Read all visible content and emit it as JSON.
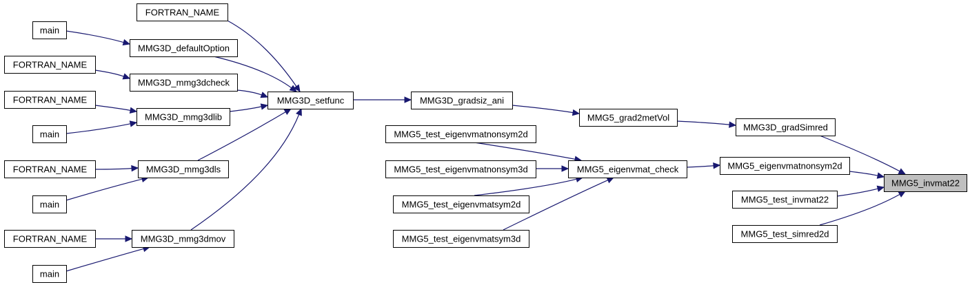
{
  "diagram": {
    "nodes": [
      {
        "id": "n_fn1",
        "label": "FORTRAN_NAME"
      },
      {
        "id": "n_main1",
        "label": "main"
      },
      {
        "id": "n_defopt",
        "label": "MMG3D_defaultOption"
      },
      {
        "id": "n_fn2",
        "label": "FORTRAN_NAME"
      },
      {
        "id": "n_check",
        "label": "MMG3D_mmg3dcheck"
      },
      {
        "id": "n_fn3",
        "label": "FORTRAN_NAME"
      },
      {
        "id": "n_lib",
        "label": "MMG3D_mmg3dlib"
      },
      {
        "id": "n_main2",
        "label": "main"
      },
      {
        "id": "n_fn4",
        "label": "FORTRAN_NAME"
      },
      {
        "id": "n_ls",
        "label": "MMG3D_mmg3dls"
      },
      {
        "id": "n_main3",
        "label": "main"
      },
      {
        "id": "n_fn5",
        "label": "FORTRAN_NAME"
      },
      {
        "id": "n_mov",
        "label": "MMG3D_mmg3dmov"
      },
      {
        "id": "n_main4",
        "label": "main"
      },
      {
        "id": "n_setfunc",
        "label": "MMG3D_setfunc"
      },
      {
        "id": "n_gradsiz",
        "label": "MMG3D_gradsiz_ani"
      },
      {
        "id": "n_grad2met",
        "label": "MMG5_grad2metVol"
      },
      {
        "id": "n_gradsimred",
        "label": "MMG3D_gradSimred"
      },
      {
        "id": "n_tens2d",
        "label": "MMG5_test_eigenvmatnonsym2d"
      },
      {
        "id": "n_tens3d",
        "label": "MMG5_test_eigenvmatnonsym3d"
      },
      {
        "id": "n_tes2d",
        "label": "MMG5_test_eigenvmatsym2d"
      },
      {
        "id": "n_tes3d",
        "label": "MMG5_test_eigenvmatsym3d"
      },
      {
        "id": "n_eigcheck",
        "label": "MMG5_eigenvmat_check"
      },
      {
        "id": "n_eignonsym",
        "label": "MMG5_eigenvmatnonsym2d"
      },
      {
        "id": "n_testinv",
        "label": "MMG5_test_invmat22"
      },
      {
        "id": "n_testsimred",
        "label": "MMG5_test_simred2d"
      },
      {
        "id": "n_invmat22",
        "label": "MMG5_invmat22"
      }
    ],
    "edges": [
      {
        "from": "n_fn1",
        "to": "n_setfunc"
      },
      {
        "from": "n_main1",
        "to": "n_defopt"
      },
      {
        "from": "n_defopt",
        "to": "n_setfunc"
      },
      {
        "from": "n_fn2",
        "to": "n_check"
      },
      {
        "from": "n_check",
        "to": "n_setfunc"
      },
      {
        "from": "n_fn3",
        "to": "n_lib"
      },
      {
        "from": "n_main2",
        "to": "n_lib"
      },
      {
        "from": "n_lib",
        "to": "n_setfunc"
      },
      {
        "from": "n_fn4",
        "to": "n_ls"
      },
      {
        "from": "n_main3",
        "to": "n_ls"
      },
      {
        "from": "n_ls",
        "to": "n_setfunc"
      },
      {
        "from": "n_fn5",
        "to": "n_mov"
      },
      {
        "from": "n_main4",
        "to": "n_mov"
      },
      {
        "from": "n_mov",
        "to": "n_setfunc"
      },
      {
        "from": "n_setfunc",
        "to": "n_gradsiz"
      },
      {
        "from": "n_gradsiz",
        "to": "n_grad2met"
      },
      {
        "from": "n_grad2met",
        "to": "n_gradsimred"
      },
      {
        "from": "n_gradsimred",
        "to": "n_invmat22"
      },
      {
        "from": "n_tens2d",
        "to": "n_eigcheck"
      },
      {
        "from": "n_tens3d",
        "to": "n_eigcheck"
      },
      {
        "from": "n_tes2d",
        "to": "n_eigcheck"
      },
      {
        "from": "n_tes3d",
        "to": "n_eigcheck"
      },
      {
        "from": "n_eigcheck",
        "to": "n_eignonsym"
      },
      {
        "from": "n_eignonsym",
        "to": "n_invmat22"
      },
      {
        "from": "n_testinv",
        "to": "n_invmat22"
      },
      {
        "from": "n_testsimred",
        "to": "n_invmat22"
      }
    ],
    "colors": {
      "edge": "#191970",
      "highlight_fill": "#bfbfbf",
      "node_fill": "#ffffff",
      "node_border": "#000000"
    }
  }
}
